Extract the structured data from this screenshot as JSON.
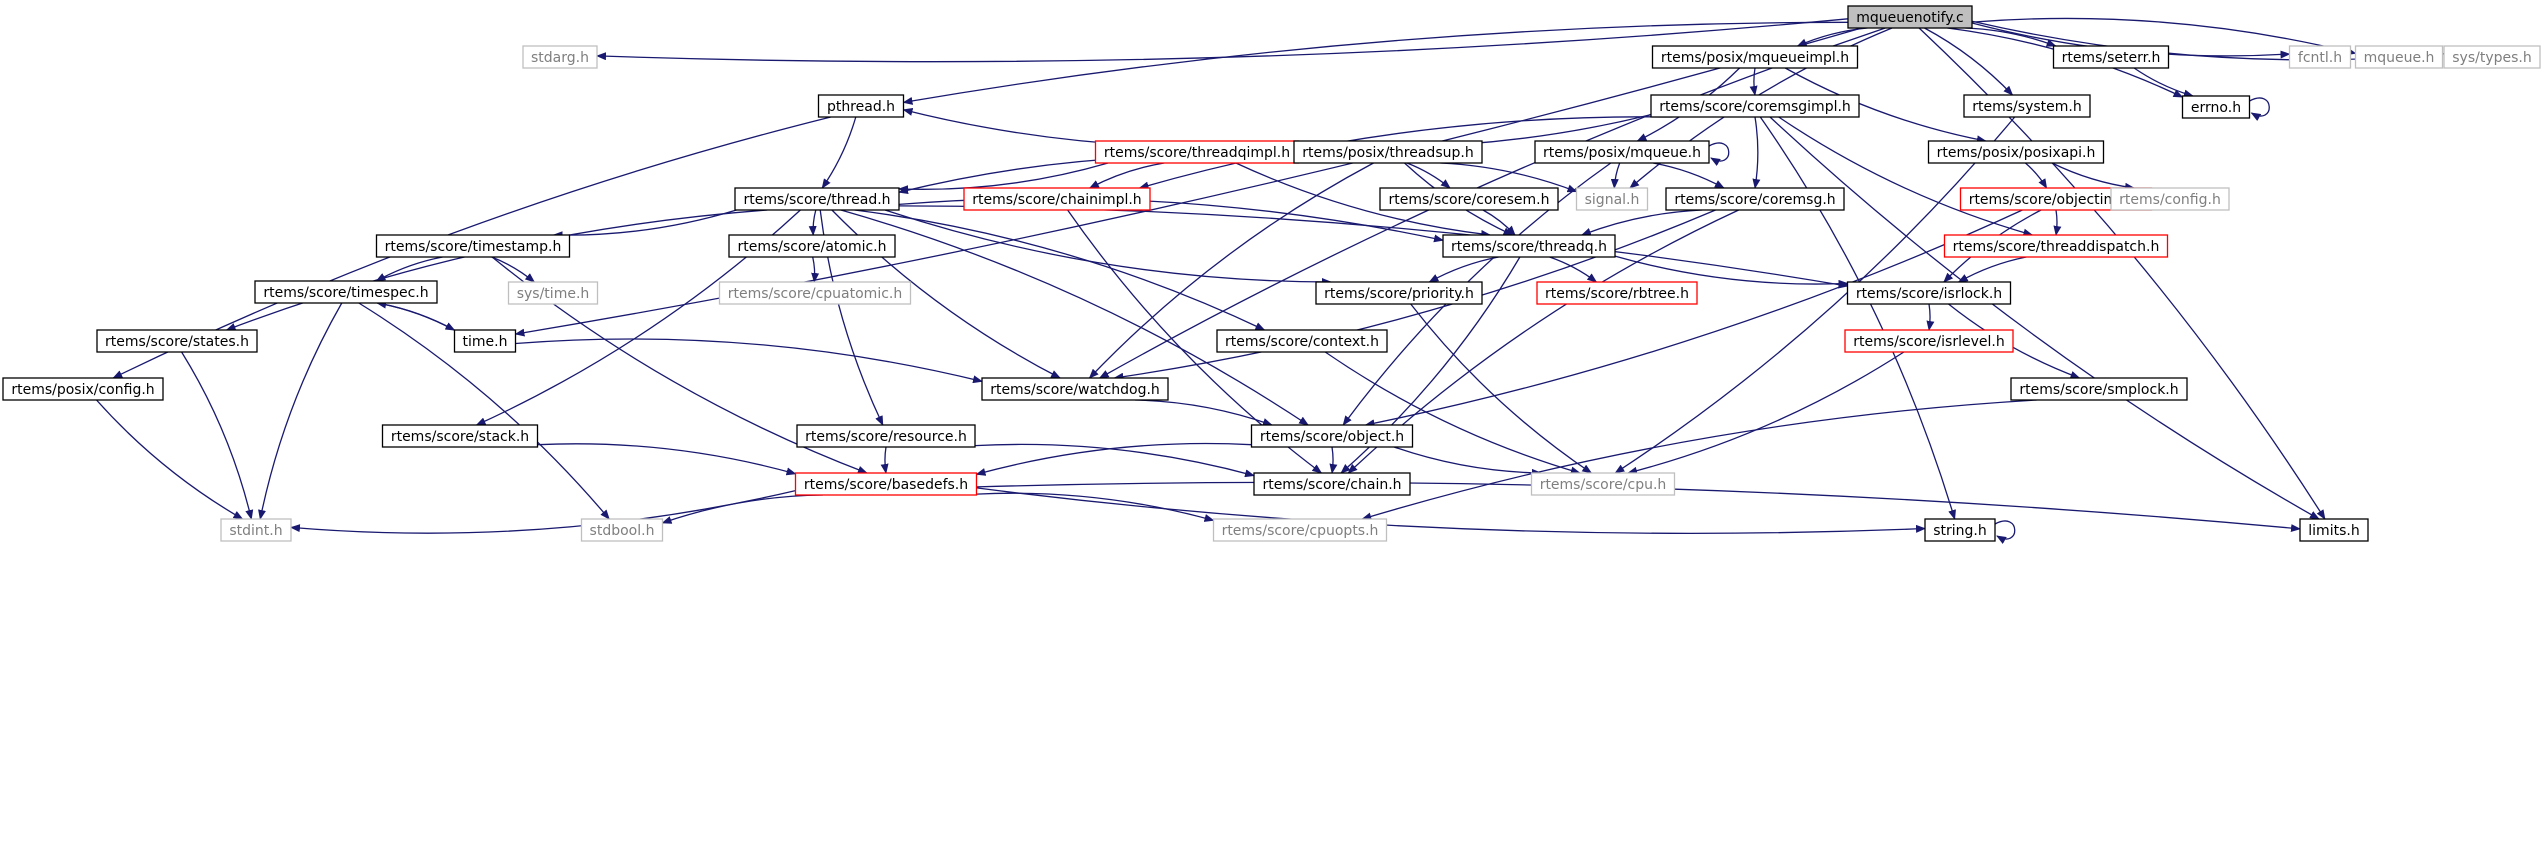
{
  "diagram": {
    "colors": {
      "edge": "#191970",
      "node_border_normal": "#000000",
      "node_border_truncated": "#ff0000",
      "node_border_external": "#bfbfbf",
      "node_text_normal": "#000000",
      "node_text_external": "#7f7f7f",
      "root_fill": "#bfbfbf"
    },
    "nodes": [
      {
        "id": "mqueuenotify",
        "label": "mqueuenotify.c",
        "kind": "root"
      },
      {
        "id": "stdarg",
        "label": "stdarg.h",
        "kind": "external"
      },
      {
        "id": "mqueueimpl",
        "label": "rtems/posix/mqueueimpl.h",
        "kind": "normal"
      },
      {
        "id": "seterr",
        "label": "rtems/seterr.h",
        "kind": "normal"
      },
      {
        "id": "fcntl",
        "label": "fcntl.h",
        "kind": "external"
      },
      {
        "id": "mqueueh",
        "label": "mqueue.h",
        "kind": "external"
      },
      {
        "id": "systypes",
        "label": "sys/types.h",
        "kind": "external"
      },
      {
        "id": "errno",
        "label": "errno.h",
        "kind": "normal"
      },
      {
        "id": "pthread",
        "label": "pthread.h",
        "kind": "normal"
      },
      {
        "id": "coremsgimpl",
        "label": "rtems/score/coremsgimpl.h",
        "kind": "normal"
      },
      {
        "id": "system",
        "label": "rtems/system.h",
        "kind": "normal"
      },
      {
        "id": "threadqimpl",
        "label": "rtems/score/threadqimpl.h",
        "kind": "truncated"
      },
      {
        "id": "threadsup",
        "label": "rtems/posix/threadsup.h",
        "kind": "normal"
      },
      {
        "id": "posixmqueue",
        "label": "rtems/posix/mqueue.h",
        "kind": "normal"
      },
      {
        "id": "posixapi",
        "label": "rtems/posix/posixapi.h",
        "kind": "normal"
      },
      {
        "id": "thread",
        "label": "rtems/score/thread.h",
        "kind": "normal"
      },
      {
        "id": "chainimpl",
        "label": "rtems/score/chainimpl.h",
        "kind": "truncated"
      },
      {
        "id": "coresem",
        "label": "rtems/score/coresem.h",
        "kind": "normal"
      },
      {
        "id": "signal",
        "label": "signal.h",
        "kind": "external"
      },
      {
        "id": "coremsg",
        "label": "rtems/score/coremsg.h",
        "kind": "normal"
      },
      {
        "id": "objectimpl",
        "label": "rtems/score/objectimpl.h",
        "kind": "truncated"
      },
      {
        "id": "config",
        "label": "rtems/config.h",
        "kind": "external"
      },
      {
        "id": "timestamp",
        "label": "rtems/score/timestamp.h",
        "kind": "normal"
      },
      {
        "id": "atomic",
        "label": "rtems/score/atomic.h",
        "kind": "normal"
      },
      {
        "id": "threadq",
        "label": "rtems/score/threadq.h",
        "kind": "normal"
      },
      {
        "id": "threaddispatch",
        "label": "rtems/score/threaddispatch.h",
        "kind": "truncated"
      },
      {
        "id": "systime",
        "label": "sys/time.h",
        "kind": "external"
      },
      {
        "id": "cpuatomic",
        "label": "rtems/score/cpuatomic.h",
        "kind": "external"
      },
      {
        "id": "timespec",
        "label": "rtems/score/timespec.h",
        "kind": "normal"
      },
      {
        "id": "priority",
        "label": "rtems/score/priority.h",
        "kind": "normal"
      },
      {
        "id": "rbtree",
        "label": "rtems/score/rbtree.h",
        "kind": "truncated"
      },
      {
        "id": "isrlock",
        "label": "rtems/score/isrlock.h",
        "kind": "normal"
      },
      {
        "id": "states",
        "label": "rtems/score/states.h",
        "kind": "normal"
      },
      {
        "id": "timeh",
        "label": "time.h",
        "kind": "normal"
      },
      {
        "id": "context",
        "label": "rtems/score/context.h",
        "kind": "normal"
      },
      {
        "id": "isrlevel",
        "label": "rtems/score/isrlevel.h",
        "kind": "truncated"
      },
      {
        "id": "posixconfig",
        "label": "rtems/posix/config.h",
        "kind": "normal"
      },
      {
        "id": "watchdog",
        "label": "rtems/score/watchdog.h",
        "kind": "normal"
      },
      {
        "id": "smplock",
        "label": "rtems/score/smplock.h",
        "kind": "normal"
      },
      {
        "id": "stack",
        "label": "rtems/score/stack.h",
        "kind": "normal"
      },
      {
        "id": "resource",
        "label": "rtems/score/resource.h",
        "kind": "normal"
      },
      {
        "id": "object",
        "label": "rtems/score/object.h",
        "kind": "normal"
      },
      {
        "id": "basedefs",
        "label": "rtems/score/basedefs.h",
        "kind": "truncated"
      },
      {
        "id": "chain",
        "label": "rtems/score/chain.h",
        "kind": "normal"
      },
      {
        "id": "cpu",
        "label": "rtems/score/cpu.h",
        "kind": "external"
      },
      {
        "id": "stdint",
        "label": "stdint.h",
        "kind": "external"
      },
      {
        "id": "stdbool",
        "label": "stdbool.h",
        "kind": "external"
      },
      {
        "id": "cpuopts",
        "label": "rtems/score/cpuopts.h",
        "kind": "external"
      },
      {
        "id": "stringh",
        "label": "string.h",
        "kind": "normal"
      },
      {
        "id": "limits",
        "label": "limits.h",
        "kind": "normal"
      }
    ],
    "edges": [
      [
        "mqueuenotify",
        "stdarg"
      ],
      [
        "mqueuenotify",
        "mqueueimpl"
      ],
      [
        "mqueuenotify",
        "seterr"
      ],
      [
        "mqueuenotify",
        "fcntl"
      ],
      [
        "mqueuenotify",
        "mqueueh"
      ],
      [
        "mqueuenotify",
        "systypes"
      ],
      [
        "mqueuenotify",
        "errno"
      ],
      [
        "mqueuenotify",
        "pthread"
      ],
      [
        "mqueuenotify",
        "system"
      ],
      [
        "mqueuenotify",
        "signal"
      ],
      [
        "mqueuenotify",
        "timeh"
      ],
      [
        "mqueuenotify",
        "watchdog"
      ],
      [
        "mqueuenotify",
        "limits"
      ],
      [
        "seterr",
        "errno"
      ],
      [
        "errno",
        "errno"
      ],
      [
        "mqueueimpl",
        "coremsgimpl"
      ],
      [
        "mqueueimpl",
        "posixmqueue"
      ],
      [
        "mqueueimpl",
        "posixapi"
      ],
      [
        "pthread",
        "thread"
      ],
      [
        "pthread",
        "posixconfig"
      ],
      [
        "coremsgimpl",
        "threadqimpl"
      ],
      [
        "coremsgimpl",
        "chainimpl"
      ],
      [
        "coremsgimpl",
        "coremsg"
      ],
      [
        "coremsgimpl",
        "threaddispatch"
      ],
      [
        "coremsgimpl",
        "stringh"
      ],
      [
        "coremsgimpl",
        "limits"
      ],
      [
        "system",
        "cpu"
      ],
      [
        "threadqimpl",
        "chainimpl"
      ],
      [
        "threadqimpl",
        "thread"
      ],
      [
        "threadqimpl",
        "threadq"
      ],
      [
        "threadsup",
        "pthread"
      ],
      [
        "threadsup",
        "thread"
      ],
      [
        "threadsup",
        "coresem"
      ],
      [
        "threadsup",
        "threadq"
      ],
      [
        "threadsup",
        "signal"
      ],
      [
        "threadsup",
        "watchdog"
      ],
      [
        "posixmqueue",
        "posixmqueue"
      ],
      [
        "posixmqueue",
        "signal"
      ],
      [
        "posixmqueue",
        "coremsg"
      ],
      [
        "posixmqueue",
        "object"
      ],
      [
        "posixapi",
        "objectimpl"
      ],
      [
        "posixapi",
        "config"
      ],
      [
        "thread",
        "timestamp"
      ],
      [
        "thread",
        "atomic"
      ],
      [
        "thread",
        "threadq"
      ],
      [
        "thread",
        "priority"
      ],
      [
        "thread",
        "isrlock"
      ],
      [
        "thread",
        "states"
      ],
      [
        "thread",
        "context"
      ],
      [
        "thread",
        "watchdog"
      ],
      [
        "thread",
        "stack"
      ],
      [
        "thread",
        "resource"
      ],
      [
        "thread",
        "object"
      ],
      [
        "chainimpl",
        "chain"
      ],
      [
        "coresem",
        "threadq"
      ],
      [
        "coremsg",
        "threadq"
      ],
      [
        "coremsg",
        "watchdog"
      ],
      [
        "coremsg",
        "chain"
      ],
      [
        "objectimpl",
        "threaddispatch"
      ],
      [
        "objectimpl",
        "isrlock"
      ],
      [
        "objectimpl",
        "object"
      ],
      [
        "timestamp",
        "timespec"
      ],
      [
        "timestamp",
        "systime"
      ],
      [
        "timestamp",
        "basedefs"
      ],
      [
        "atomic",
        "cpuatomic"
      ],
      [
        "threadq",
        "priority"
      ],
      [
        "threadq",
        "rbtree"
      ],
      [
        "threadq",
        "isrlock"
      ],
      [
        "threadq",
        "chain"
      ],
      [
        "threaddispatch",
        "isrlock"
      ],
      [
        "timespec",
        "timeh"
      ],
      [
        "timespec",
        "stdint"
      ],
      [
        "timespec",
        "stdbool"
      ],
      [
        "timeh",
        "timespec"
      ],
      [
        "timeh",
        "watchdog"
      ],
      [
        "priority",
        "cpu"
      ],
      [
        "isrlock",
        "isrlevel"
      ],
      [
        "isrlock",
        "smplock"
      ],
      [
        "states",
        "stdint"
      ],
      [
        "context",
        "cpu"
      ],
      [
        "isrlevel",
        "cpu"
      ],
      [
        "posixconfig",
        "stdint"
      ],
      [
        "watchdog",
        "object"
      ],
      [
        "smplock",
        "cpuopts"
      ],
      [
        "stack",
        "basedefs"
      ],
      [
        "resource",
        "basedefs"
      ],
      [
        "resource",
        "chain"
      ],
      [
        "object",
        "basedefs"
      ],
      [
        "object",
        "chain"
      ],
      [
        "object",
        "cpu"
      ],
      [
        "basedefs",
        "stdint"
      ],
      [
        "basedefs",
        "stdbool"
      ],
      [
        "basedefs",
        "cpuopts"
      ],
      [
        "basedefs",
        "stringh"
      ],
      [
        "basedefs",
        "limits"
      ],
      [
        "stringh",
        "stringh"
      ]
    ]
  }
}
